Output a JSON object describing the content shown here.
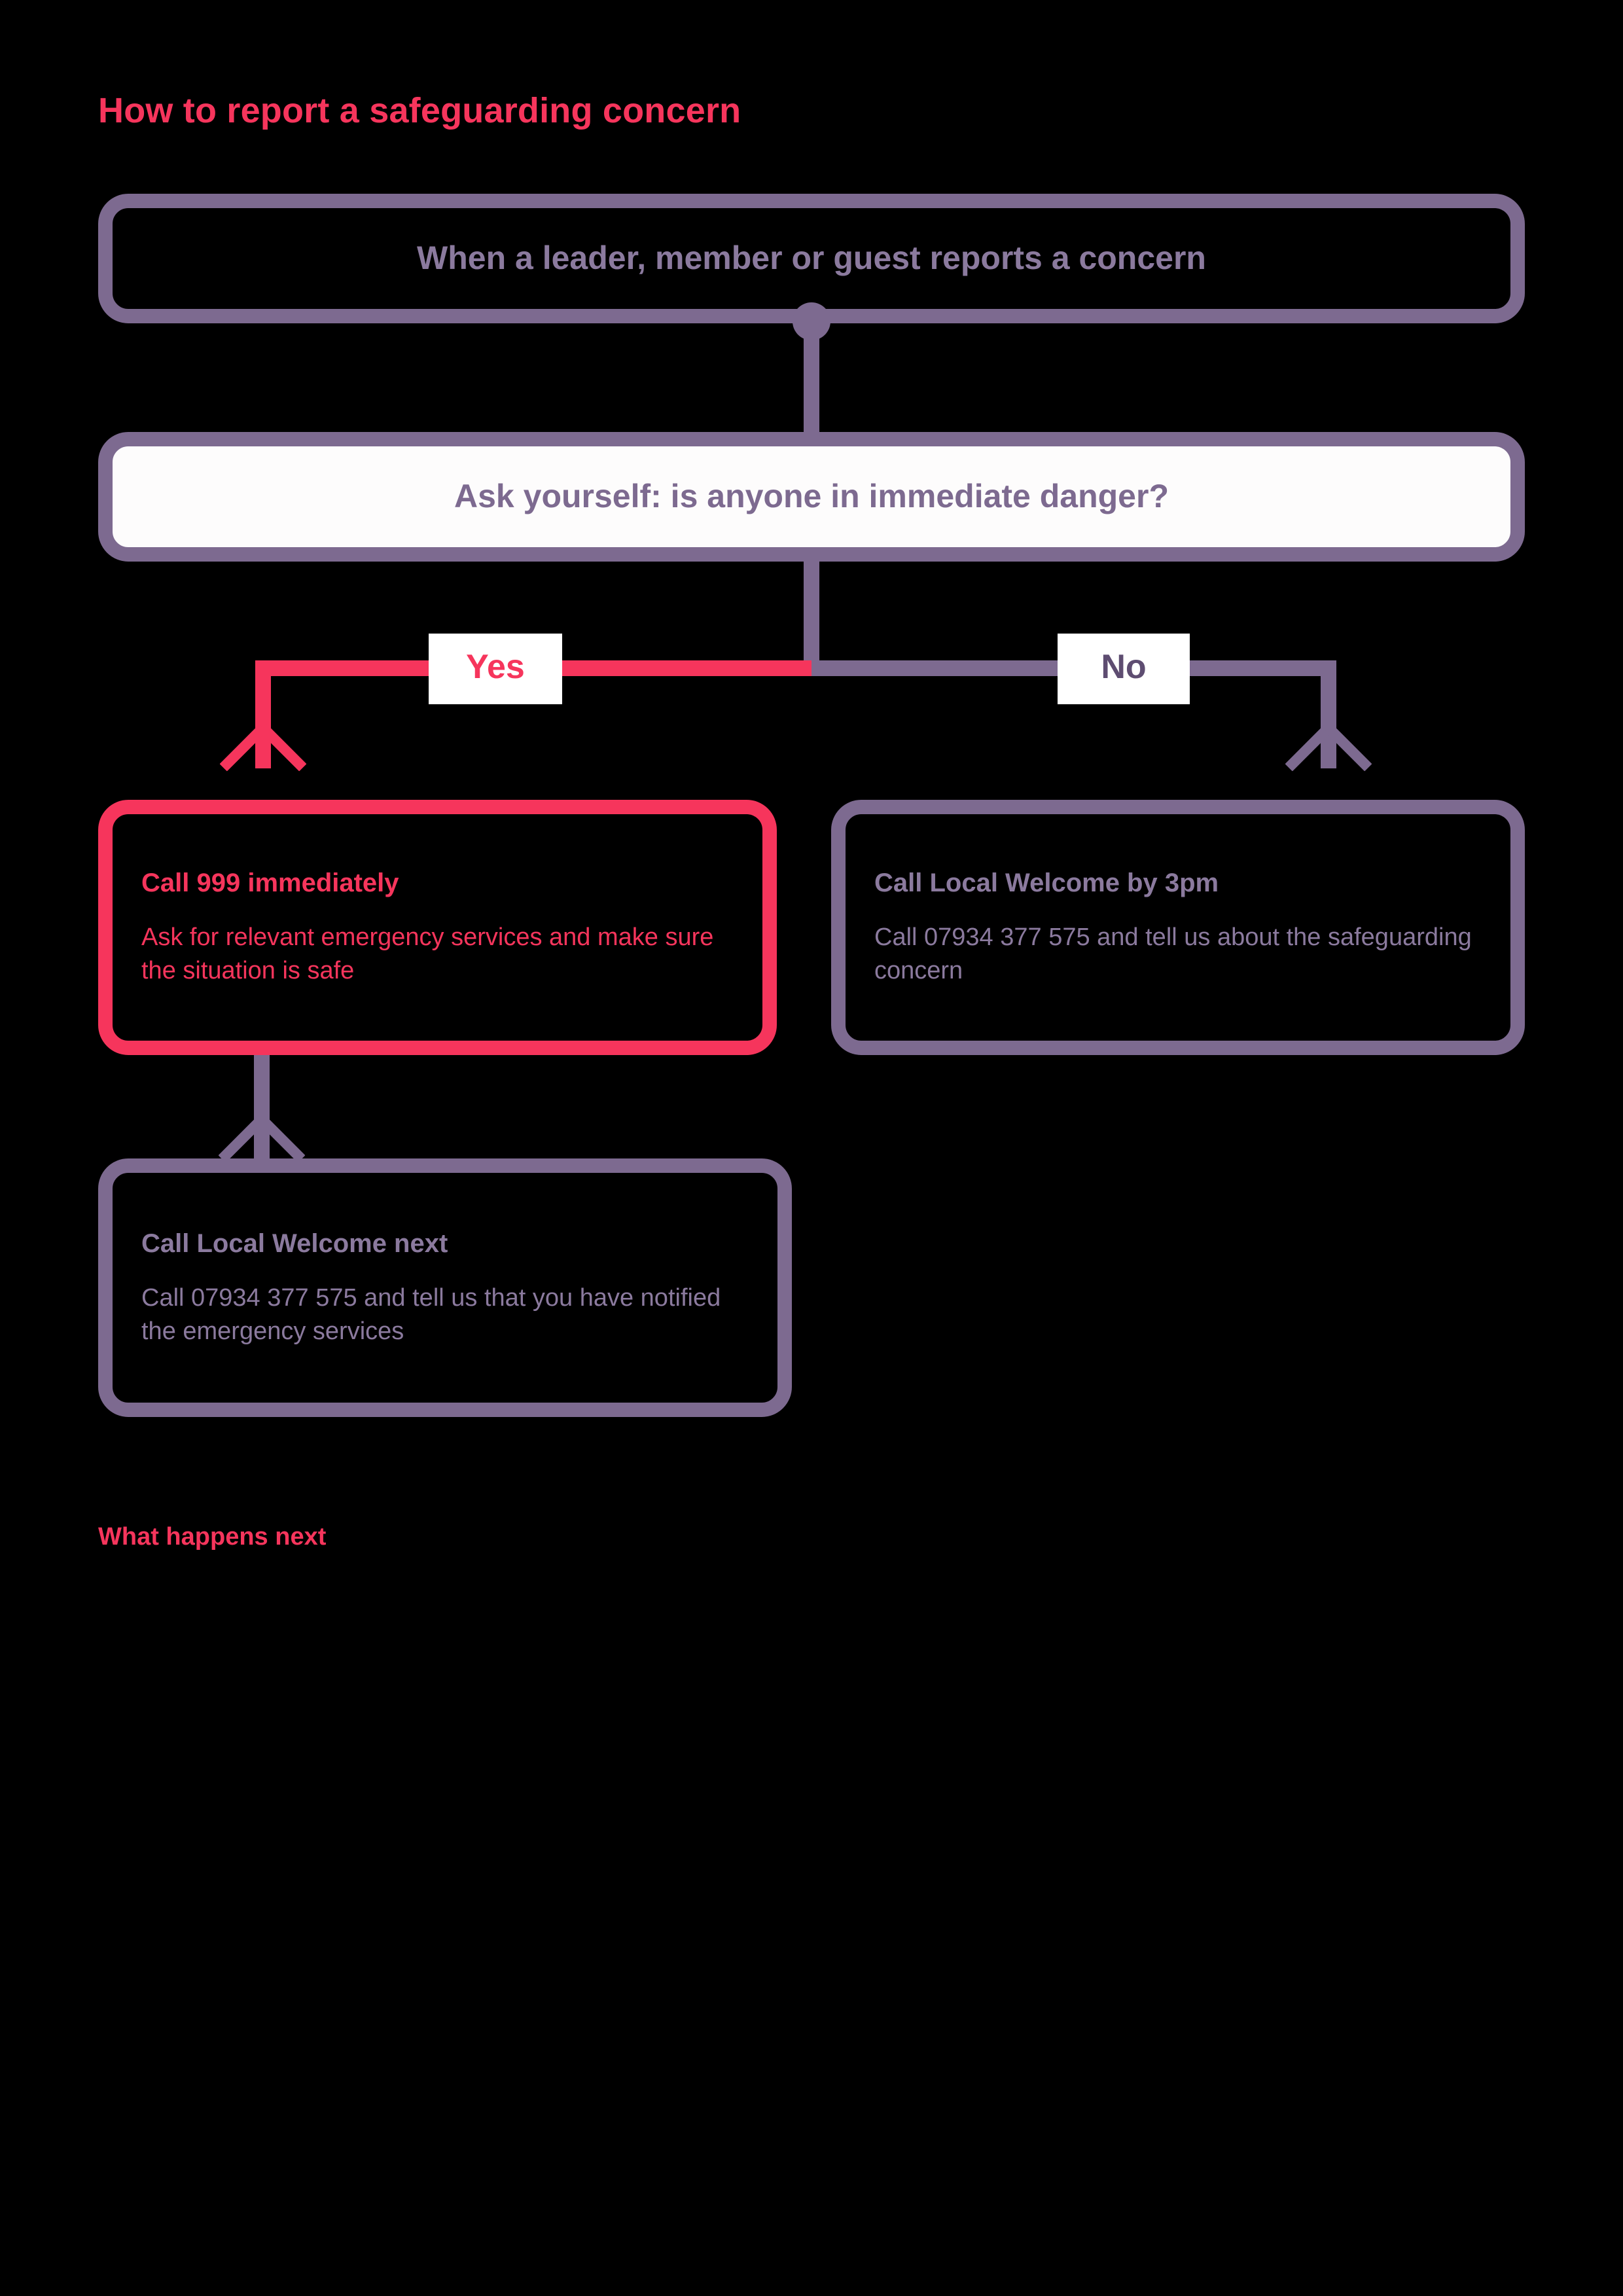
{
  "page": {
    "title": "How to report a safeguarding concern",
    "footer_heading": "What happens next",
    "background": "#000000"
  },
  "colors": {
    "accent_crimson": "#F6355C",
    "accent_purple": "#7D6A90",
    "text_purple": "#8B7A9E",
    "label_fill": "#FFFFFF",
    "decision_fill": "#FDFCFC"
  },
  "flow": {
    "start": {
      "label": "When a leader, member or guest reports a concern"
    },
    "decision": {
      "label": "Ask yourself: is anyone in immediate danger?"
    },
    "branches": {
      "yes_label": "Yes",
      "no_label": "No"
    },
    "nodes": [
      {
        "id": "call-999",
        "heading": "Call 999 immediately",
        "body": "Ask for relevant emergency services and make sure the situation is safe",
        "accent": "#F6355C"
      },
      {
        "id": "call-local-welcome-3pm",
        "heading": "Call Local Welcome by 3pm",
        "body": "Call 07934 377 575 and tell us about the safeguarding concern",
        "accent": "#7D6A90"
      },
      {
        "id": "call-local-welcome-next",
        "heading": "Call Local Welcome next",
        "body": "Call 07934 377 575 and tell us that you have notified the emergency services",
        "accent": "#7D6A90"
      }
    ],
    "phone_number": "07934 377 575"
  }
}
